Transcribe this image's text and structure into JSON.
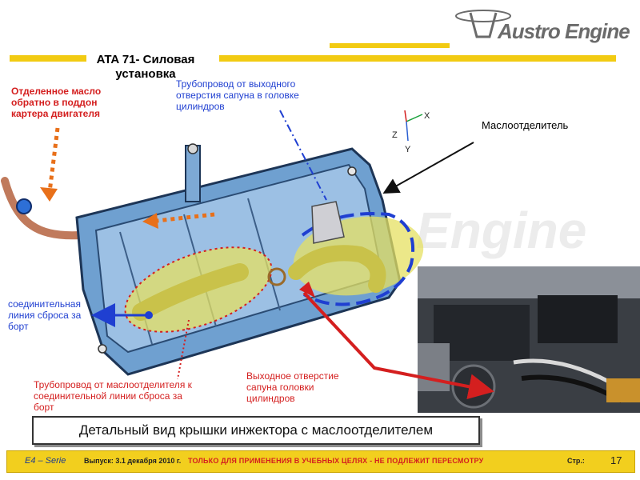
{
  "header": {
    "logo_text": "Austro Engine",
    "title_line1": "ATA 71- Силовая",
    "title_line2": "установка"
  },
  "watermark": "Engine",
  "labels": {
    "separated_oil": [
      "Отделенное масло",
      "обратно в поддон",
      "картера двигателя"
    ],
    "breather_pipe": [
      "Трубопровод от выходного",
      "отверстия сапуна в головке",
      "цилиндров"
    ],
    "separator": "Маслоотделитель",
    "drain_line": [
      "соединительная",
      "линия сброса за",
      "борт"
    ],
    "separator_pipe": [
      "Трубопровод от маслоотделителя к",
      "соединительной линии сброса за",
      "борт"
    ],
    "outlet": [
      "Выходное отверстие",
      "сапуна головки",
      "цилиндров"
    ]
  },
  "axes": {
    "x": "X",
    "y": "Y",
    "z": "Z"
  },
  "caption": "Детальный вид крышки инжектора с маслоотделителем",
  "footer": {
    "series": "E4 – Serie",
    "issue": "Выпуск: 3.1 декабря 2010 г.",
    "notice": "ТОЛЬКО ДЛЯ ПРИМЕНЕНИЯ В УЧЕБНЫХ ЦЕЛЯХ - НЕ ПОДЛЕЖИТ ПЕРЕСМОТРУ",
    "page_label": "Стр.:",
    "page_number": "17"
  },
  "colors": {
    "accent_yellow": "#f2cb12",
    "label_red": "#d41f1f",
    "label_blue": "#1f3fd1",
    "arrow_orange": "#e8701a"
  }
}
